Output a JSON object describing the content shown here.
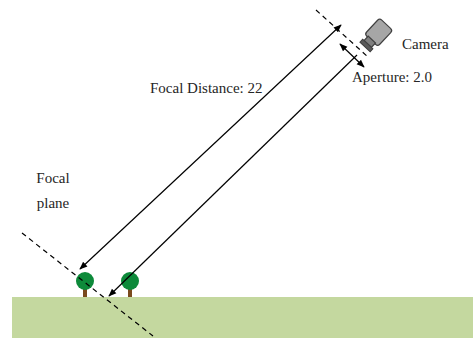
{
  "diagram": {
    "labels": [
      "Camera",
      "Focal Distance: 22",
      "Aperture: 2.0",
      "Focal plane"
    ]
  }
}
